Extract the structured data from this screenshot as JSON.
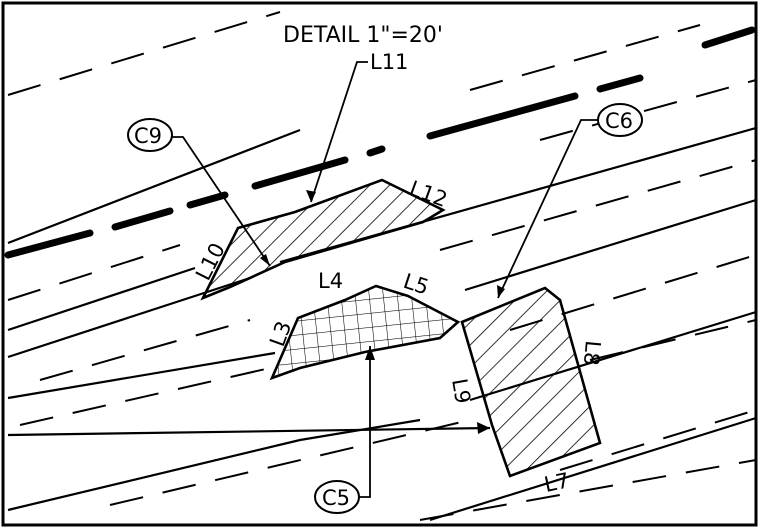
{
  "title": "DETAIL 1\"=20'",
  "labels": {
    "l11": "L11",
    "l12": "L12",
    "l10": "L10",
    "l4": "L4",
    "l5": "L5",
    "l3": "L3",
    "l9": "L9",
    "l8": "L8",
    "l7": "L7"
  },
  "callouts": {
    "c9": "C9",
    "c6": "C6",
    "c5": "C5"
  },
  "colors": {
    "ink": "#000000",
    "paper": "#ffffff"
  }
}
